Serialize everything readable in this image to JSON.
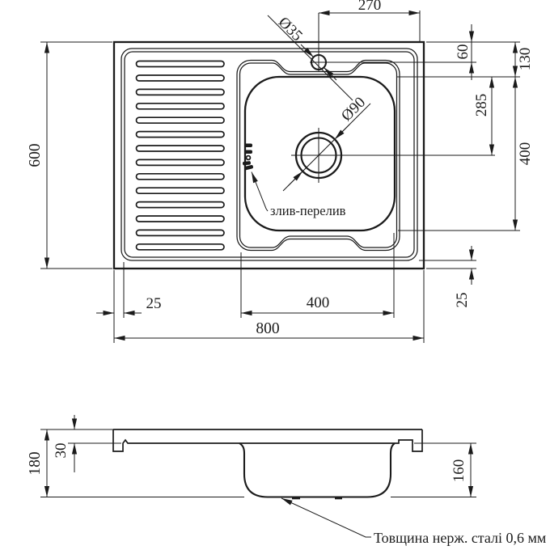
{
  "colors": {
    "ink": "#1b1b1b",
    "paper": "#ffffff"
  },
  "top_view": {
    "faucet_offset_label": "270",
    "faucet_diameter_label": "Ø35",
    "faucet_from_top_label": "60",
    "bowl_from_top_label": "130",
    "drain_from_top_label": "285",
    "bowl_height_label": "400",
    "drain_diameter_label": "Ø90",
    "overflow_label": "злив-перелив",
    "overall_height_label": "600",
    "flange_left_label": "25",
    "bowl_width_label": "400",
    "flange_right_label": "25",
    "overall_width_label": "800"
  },
  "side_view": {
    "overall_height_label": "180",
    "rim_drop_label": "30",
    "bowl_depth_label": "160",
    "thickness_note": "Товщина нерж. сталі 0,6 мм"
  }
}
